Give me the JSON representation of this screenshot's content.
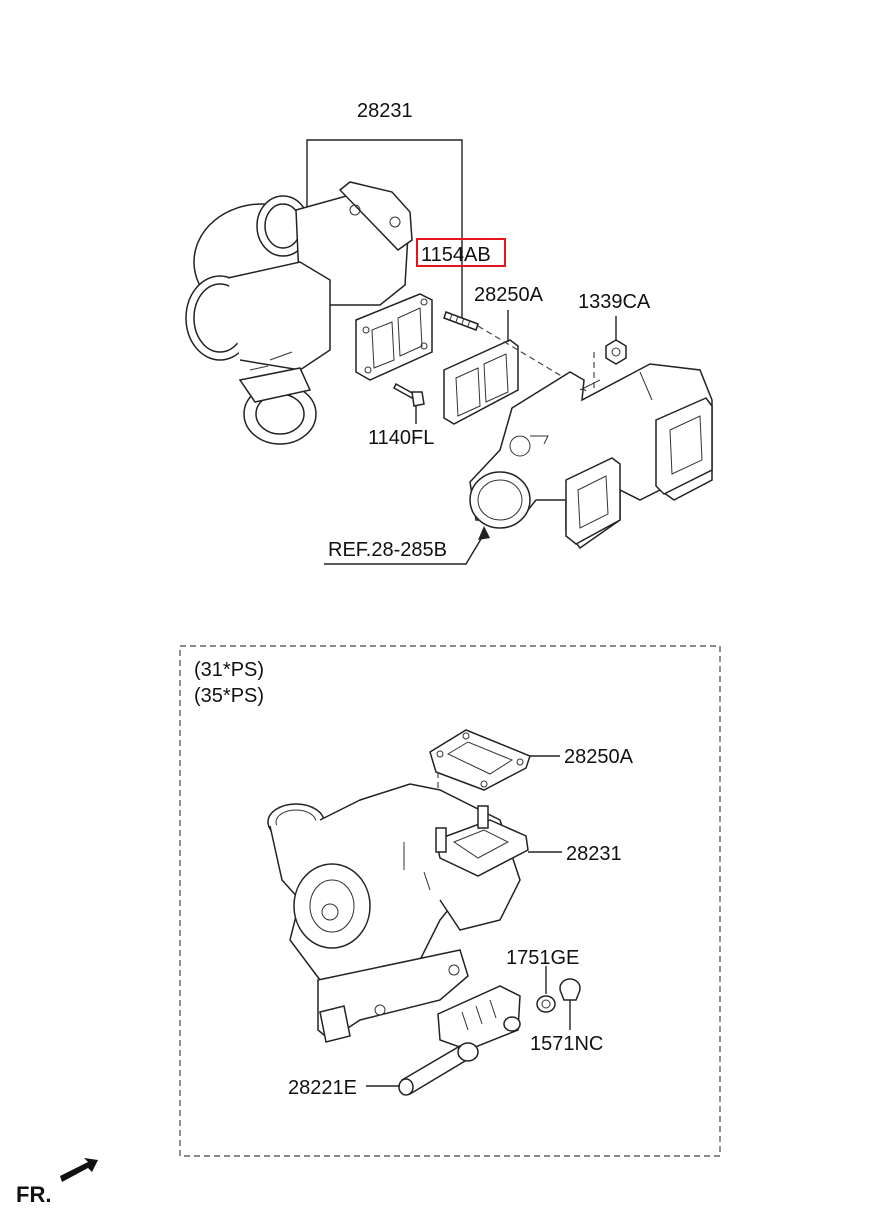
{
  "colors": {
    "highlight": "#e8141c",
    "line": "#222222",
    "background": "#ffffff"
  },
  "main_assembly": {
    "labels": {
      "turbocharger": "28231",
      "stud_highlighted": "1154AB",
      "gasket": "28250A",
      "nut": "1339CA",
      "bolt": "1140FL",
      "reference": "REF.28-285B"
    }
  },
  "variant_box": {
    "spec_line_1": "(31*PS)",
    "spec_line_2": "(35*PS)",
    "labels": {
      "gasket": "28250A",
      "turbocharger": "28231",
      "washer": "1751GE",
      "plug": "1571NC",
      "pipe": "28221E"
    }
  },
  "direction": {
    "label": "FR."
  }
}
